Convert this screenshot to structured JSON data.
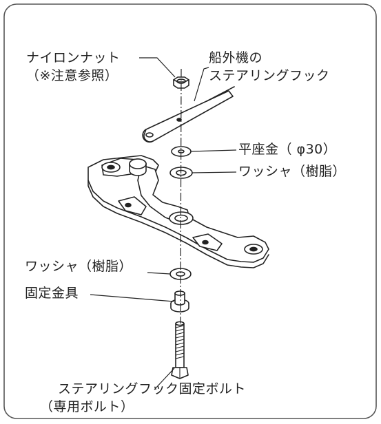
{
  "labels": {
    "nylon_nut": "ナイロンナット",
    "nylon_nut_note": "（※注意参照）",
    "outboard_1": "船外機の",
    "outboard_2": "ステアリングフック",
    "flat_washer": "平座金（ φ30）",
    "washer_resin_upper": "ワッシャ（樹脂）",
    "washer_resin_lower": "ワッシャ（樹脂）",
    "fixing_bracket": "固定金具",
    "bolt_1": "ステアリングフック固定ボルト",
    "bolt_2": "（専用ボルト）"
  },
  "colors": {
    "line": "#222222",
    "fill": "#ffffff",
    "frame": "#555555"
  }
}
